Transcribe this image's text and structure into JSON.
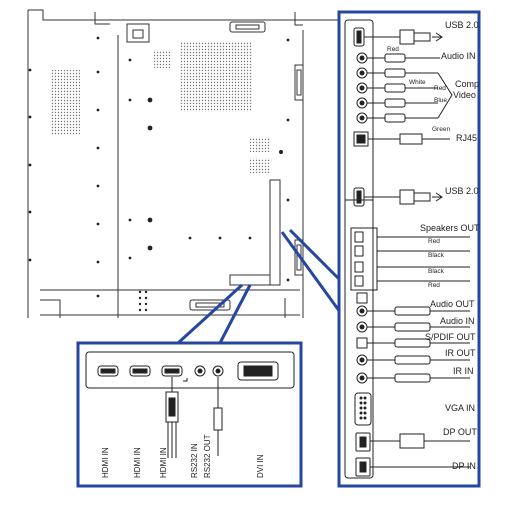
{
  "right_panel": {
    "labels": {
      "usb_top": "USB 2.0",
      "red_top": "Red",
      "audio_in": "Audio IN",
      "comp": "Comp",
      "white": "White",
      "red_mid": "Red",
      "video": "Video",
      "blue": "Blue",
      "green": "Green",
      "rj45": "RJ45",
      "usb_mid": "USB 2.0",
      "speakers_out": "Speakers OUT",
      "sp_red1": "Red",
      "sp_black1": "Black",
      "sp_black2": "Black",
      "sp_red2": "Red",
      "audio_out": "Audio OUT",
      "audio_in2": "Audio IN",
      "spdif_out": "S/PDIF OUT",
      "ir_out": "IR OUT",
      "ir_in": "IR IN",
      "vga_in": "VGA IN",
      "dp_out": "DP OUT",
      "dp_in": "DP IN"
    }
  },
  "bottom_panel": {
    "labels": {
      "hdmi1": "HDMI IN",
      "hdmi2": "HDMI IN",
      "hdmi3": "HDMI IN",
      "rs232_in": "RS232 IN",
      "rs232_out": "RS232 OUT",
      "dvi_in": "DVI IN"
    }
  },
  "colors": {
    "panel_border": "#2547a1",
    "line": "#333333",
    "dot_grid": "#888888",
    "connector": "#222222"
  }
}
